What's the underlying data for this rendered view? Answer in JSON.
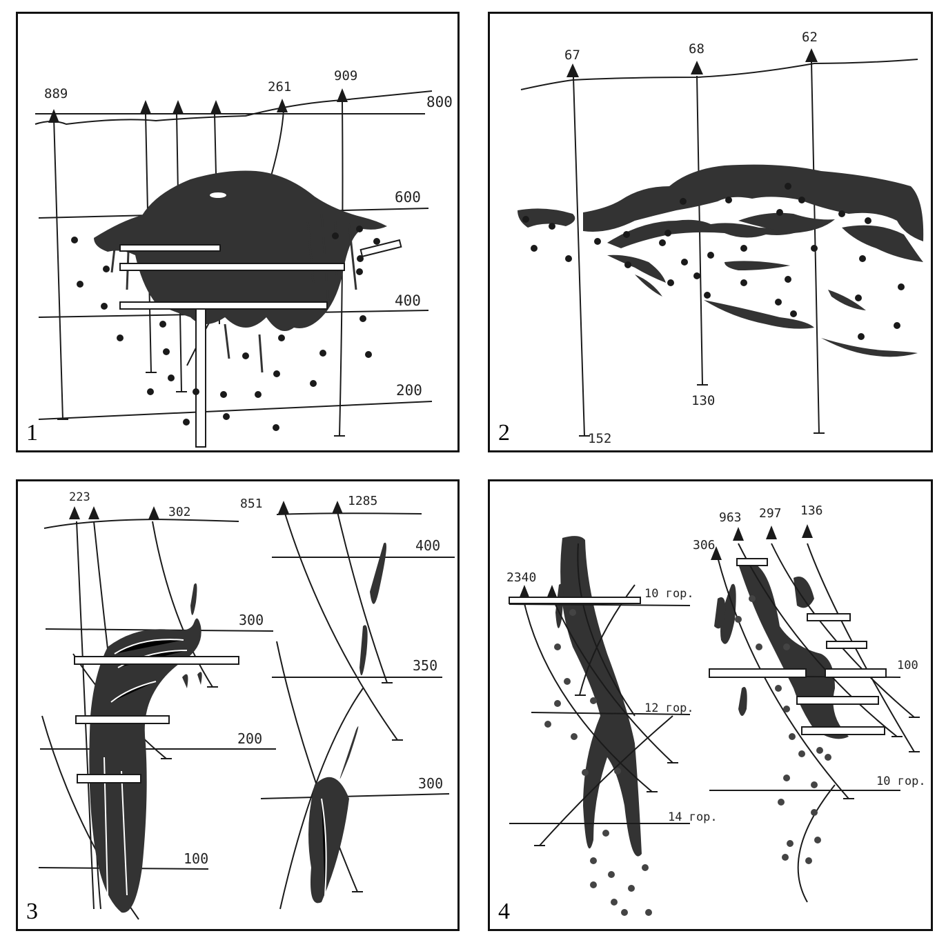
{
  "panels": [
    {
      "number": "1",
      "collars": [
        "889",
        "261",
        "909"
      ],
      "levels": [
        "800",
        "600",
        "400",
        "200"
      ]
    },
    {
      "number": "2",
      "collars": [
        "67",
        "68",
        "62"
      ],
      "depths": [
        "152",
        "130"
      ]
    },
    {
      "number": "3",
      "collars": [
        "223",
        "302",
        "851",
        "1285"
      ],
      "levels_left": [
        "300",
        "200",
        "100"
      ],
      "levels_right": [
        "400",
        "350",
        "300"
      ]
    },
    {
      "number": "4",
      "collars": [
        "2340",
        "306",
        "963",
        "297",
        "136"
      ],
      "levels_left": [
        "10 гор.",
        "12 гор.",
        "14 гор."
      ],
      "levels_right": [
        "100",
        "10 гор."
      ]
    }
  ],
  "colors": {
    "ink": "#1a1a1a",
    "ore": "#3a3a3a",
    "paper": "#ffffff"
  }
}
